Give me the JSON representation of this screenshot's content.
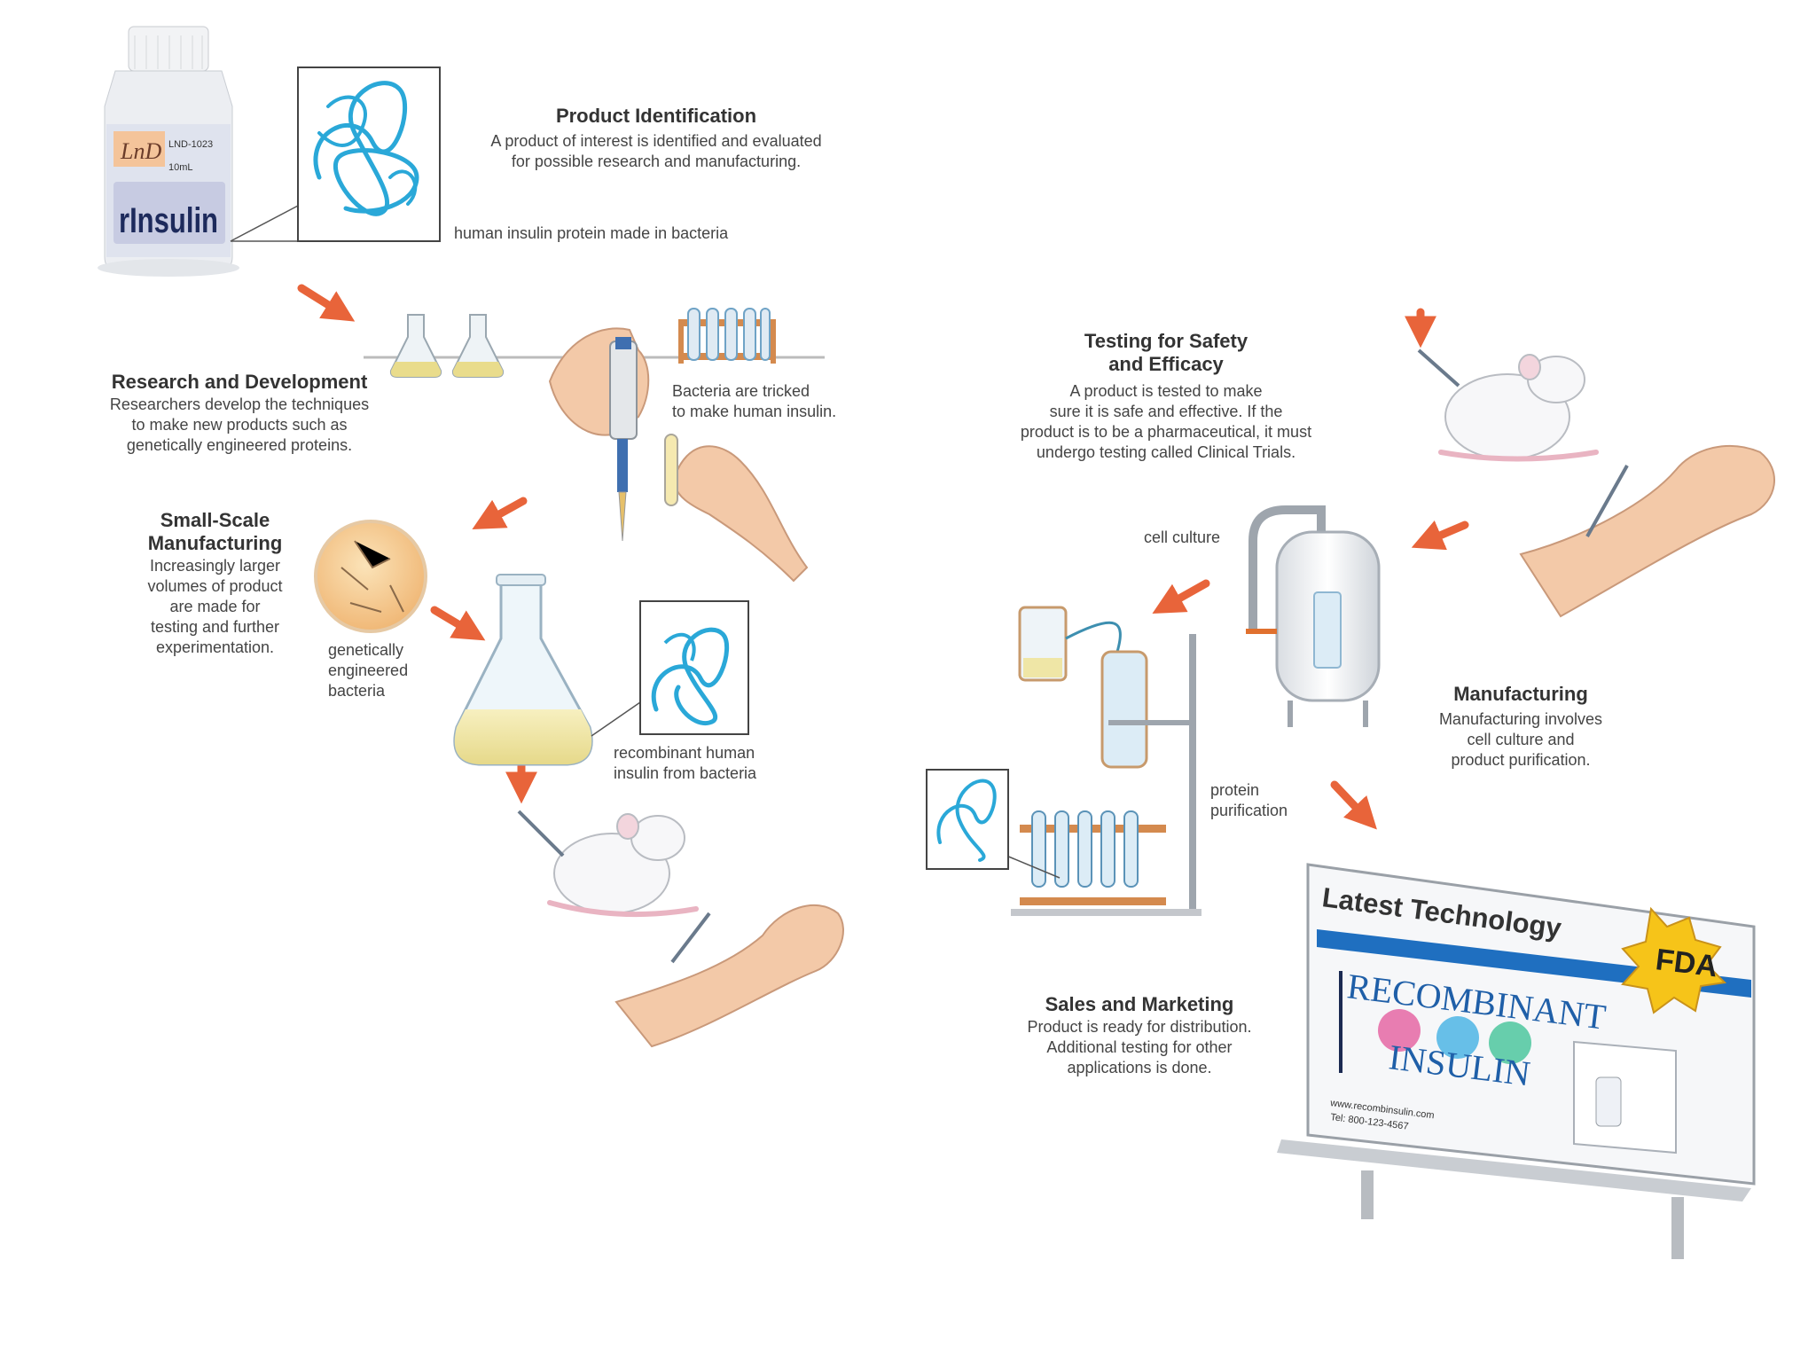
{
  "steps": {
    "product_identification": {
      "title": "Product Identification",
      "desc": "A product of interest is identified and evaluated\nfor possible research and manufacturing."
    },
    "research_development": {
      "title": "Research and Development",
      "desc": "Researchers develop the techniques\nto make new products such as\ngenetically engineered proteins."
    },
    "small_scale": {
      "title": "Small-Scale\nManufacturing",
      "desc": "Increasingly larger\nvolumes of product\nare made for\ntesting and further\nexperimentation."
    },
    "testing": {
      "title": "Testing for Safety\nand Efficacy",
      "desc": "A product is tested to make\nsure it is safe and effective. If the\nproduct is to be a pharmaceutical, it must\nundergo testing called Clinical Trials."
    },
    "manufacturing": {
      "title": "Manufacturing",
      "desc": "Manufacturing involves\ncell culture and\nproduct purification."
    },
    "sales": {
      "title": "Sales and Marketing",
      "desc": "Product is ready for distribution.\nAdditional testing for other\napplications is done."
    }
  },
  "labels": {
    "protein_bacteria": "human insulin protein made in bacteria",
    "bacteria_tricked": "Bacteria are tricked\nto make human insulin.",
    "gen_bacteria": "genetically\nengineered\nbacteria",
    "recombinant_insulin": "recombinant human\ninsulin from bacteria",
    "cell_culture": "cell culture",
    "protein_purification": "protein\npurification"
  },
  "bottle": {
    "logo": "LnD",
    "code": "LND-1023",
    "volume": "10mL",
    "name": "rInsulin"
  },
  "billboard": {
    "headline": "Latest Technology",
    "badge": "FDA",
    "brand_line1": "RECOMBINANT",
    "brand_line2": "INSULIN",
    "website": "www.recombinsulin.com",
    "phone": "Tel: 800-123-4567"
  },
  "colors": {
    "arrow": "#e8643a",
    "protein": "#2aa8d8",
    "skin": "#f3c9a8",
    "mouse_tail": "#e9b4c2",
    "liquid": "#efe6a6",
    "billboard_stripe": "#1f6fc0",
    "badge": "#f6c419"
  }
}
